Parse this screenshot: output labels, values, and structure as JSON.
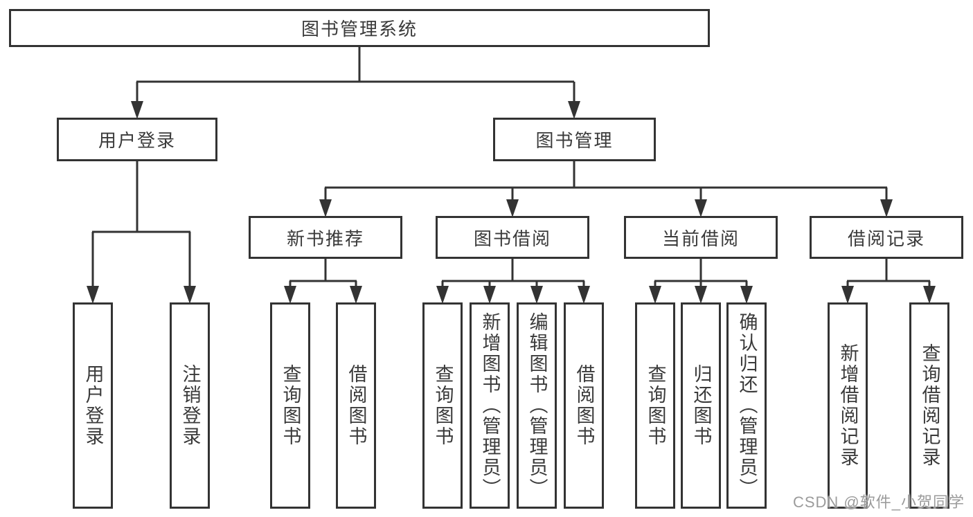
{
  "watermark": "CSDN @软件_小贺同学",
  "colors": {
    "line": "#333333",
    "box_border": "#333333",
    "text": "#3a3a3a",
    "background": "#ffffff",
    "watermark": "#9b9b9b"
  },
  "tree": {
    "root": {
      "label": "图书管理系统"
    },
    "branches": [
      {
        "label": "用户登录",
        "children": [
          {
            "label": "用户登录"
          },
          {
            "label": "注销登录"
          }
        ]
      },
      {
        "label": "图书管理",
        "children": [
          {
            "label": "新书推荐",
            "children": [
              {
                "label": "查询图书"
              },
              {
                "label": "借阅图书"
              }
            ]
          },
          {
            "label": "图书借阅",
            "children": [
              {
                "label": "查询图书"
              },
              {
                "label": "新增图书（管理员）"
              },
              {
                "label": "编辑图书（管理员）"
              },
              {
                "label": "借阅图书"
              }
            ]
          },
          {
            "label": "当前借阅",
            "children": [
              {
                "label": "查询图书"
              },
              {
                "label": "归还图书"
              },
              {
                "label": "确认归还（管理员）"
              }
            ]
          },
          {
            "label": "借阅记录",
            "children": [
              {
                "label": "新增借阅记录"
              },
              {
                "label": "查询借阅记录"
              }
            ]
          }
        ]
      }
    ]
  }
}
